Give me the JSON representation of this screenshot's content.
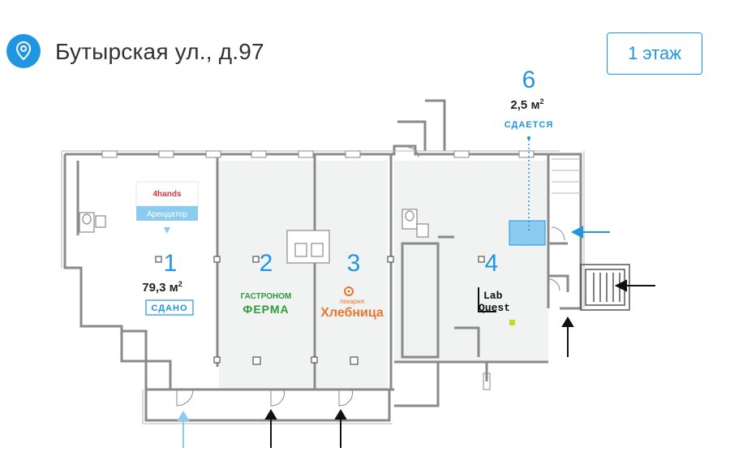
{
  "header": {
    "address": "Бутырская ул., д.97",
    "floor_button": "1 этаж",
    "pin_icon": "location-pin-icon"
  },
  "units": [
    {
      "number": "1",
      "area": "79,3 м",
      "area_sup": "2",
      "status": "СДАНО",
      "tenant_logo": "4hands",
      "tenant_label": "Арендатор"
    },
    {
      "number": "2",
      "logo_line1": "ГАСТРОНОМ",
      "logo_line2": "ФЕРМА"
    },
    {
      "number": "3",
      "logo_line1": "пекарня",
      "logo_line2": "Хлебница"
    },
    {
      "number": "4",
      "logo_line1": "Lab",
      "logo_line2": "Quest"
    },
    {
      "number": "6",
      "area": "2,5 м",
      "area_sup": "2",
      "status": "СДАЕТСЯ"
    }
  ],
  "colors": {
    "accent": "#2196e0",
    "rented_fill": "#f1f2f2",
    "highlight_fill": "#8ccbf0",
    "wall": "#8a8a8a",
    "arrow": "#111111",
    "arrow_light": "#8ccbf0",
    "gastronom_green": "#2e9a3c",
    "bakery_orange": "#e8762c",
    "labquest_yellow": "#c6d82a"
  }
}
